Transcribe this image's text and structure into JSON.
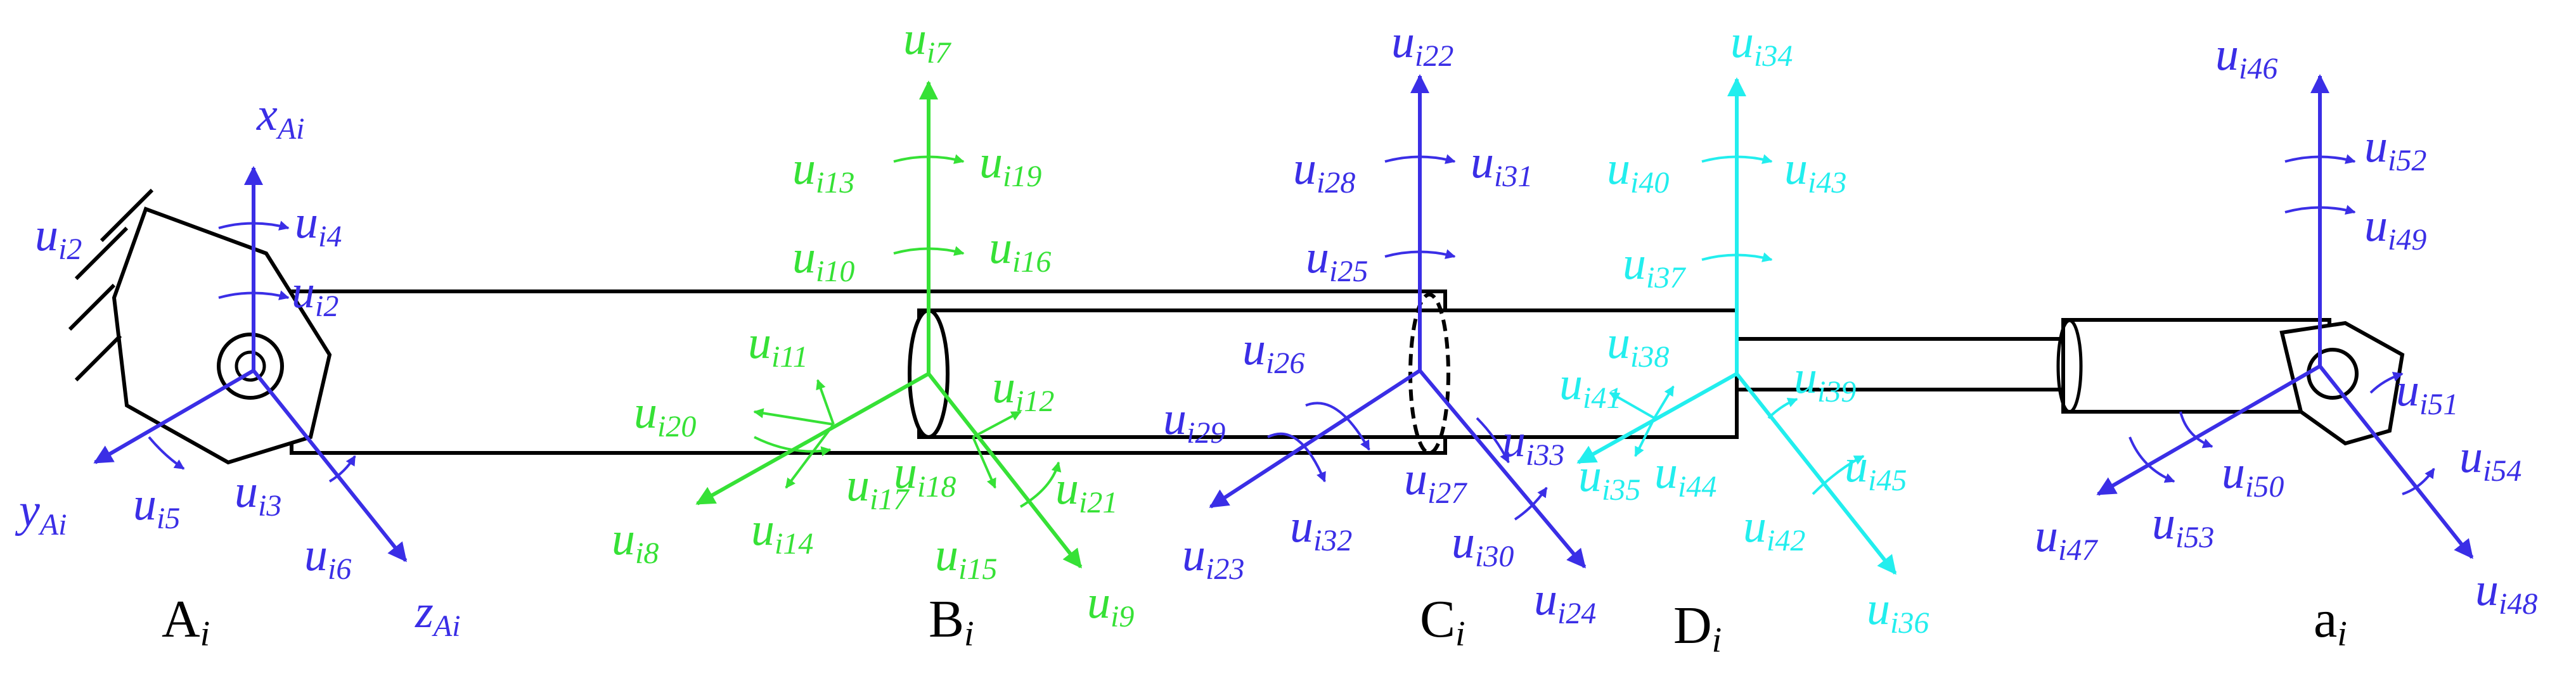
{
  "colors": {
    "blue": "#3a2ee6",
    "green": "#36e136",
    "cyan": "#22eeee",
    "black": "#000000"
  },
  "points": {
    "A": {
      "main": "A",
      "sub": "i"
    },
    "B": {
      "main": "B",
      "sub": "i"
    },
    "C": {
      "main": "C",
      "sub": "i"
    },
    "D": {
      "main": "D",
      "sub": "i"
    },
    "a": {
      "main": "a",
      "sub": "i"
    }
  },
  "frame_A": {
    "x": {
      "main": "x",
      "sub": "Ai"
    },
    "y": {
      "main": "y",
      "sub": "Ai"
    },
    "z": {
      "main": "z",
      "sub": "Ai"
    }
  },
  "joint_A": {
    "u2": {
      "main": "u",
      "sub": "i2"
    },
    "u2b": {
      "main": "u",
      "sub": "i2"
    },
    "u3": {
      "main": "u",
      "sub": "i3"
    },
    "u4": {
      "main": "u",
      "sub": "i4"
    },
    "u5": {
      "main": "u",
      "sub": "i5"
    },
    "u6": {
      "main": "u",
      "sub": "i6"
    }
  },
  "joint_B": {
    "u7": {
      "main": "u",
      "sub": "i7"
    },
    "u8": {
      "main": "u",
      "sub": "i8"
    },
    "u9": {
      "main": "u",
      "sub": "i9"
    },
    "u10": {
      "main": "u",
      "sub": "i10"
    },
    "u11": {
      "main": "u",
      "sub": "i11"
    },
    "u12": {
      "main": "u",
      "sub": "i12"
    },
    "u13": {
      "main": "u",
      "sub": "i13"
    },
    "u14": {
      "main": "u",
      "sub": "i14"
    },
    "u15": {
      "main": "u",
      "sub": "i15"
    },
    "u16": {
      "main": "u",
      "sub": "i16"
    },
    "u17": {
      "main": "u",
      "sub": "i17"
    },
    "u18": {
      "main": "u",
      "sub": "i18"
    },
    "u19": {
      "main": "u",
      "sub": "i19"
    },
    "u20": {
      "main": "u",
      "sub": "i20"
    },
    "u21": {
      "main": "u",
      "sub": "i21"
    }
  },
  "joint_C": {
    "u22": {
      "main": "u",
      "sub": "i22"
    },
    "u23": {
      "main": "u",
      "sub": "i23"
    },
    "u24": {
      "main": "u",
      "sub": "i24"
    },
    "u25": {
      "main": "u",
      "sub": "i25"
    },
    "u26": {
      "main": "u",
      "sub": "i26"
    },
    "u27": {
      "main": "u",
      "sub": "i27"
    },
    "u28": {
      "main": "u",
      "sub": "i28"
    },
    "u29": {
      "main": "u",
      "sub": "i29"
    },
    "u30": {
      "main": "u",
      "sub": "i30"
    },
    "u31": {
      "main": "u",
      "sub": "i31"
    },
    "u32": {
      "main": "u",
      "sub": "i32"
    },
    "u33": {
      "main": "u",
      "sub": "i33"
    }
  },
  "joint_D": {
    "u34": {
      "main": "u",
      "sub": "i34"
    },
    "u35": {
      "main": "u",
      "sub": "i35"
    },
    "u36": {
      "main": "u",
      "sub": "i36"
    },
    "u37": {
      "main": "u",
      "sub": "i37"
    },
    "u38": {
      "main": "u",
      "sub": "i38"
    },
    "u39": {
      "main": "u",
      "sub": "i39"
    },
    "u40": {
      "main": "u",
      "sub": "i40"
    },
    "u41": {
      "main": "u",
      "sub": "i41"
    },
    "u42": {
      "main": "u",
      "sub": "i42"
    },
    "u43": {
      "main": "u",
      "sub": "i43"
    },
    "u44": {
      "main": "u",
      "sub": "i44"
    },
    "u45": {
      "main": "u",
      "sub": "i45"
    }
  },
  "joint_a": {
    "u46": {
      "main": "u",
      "sub": "i46"
    },
    "u47": {
      "main": "u",
      "sub": "i47"
    },
    "u48": {
      "main": "u",
      "sub": "i48"
    },
    "u49": {
      "main": "u",
      "sub": "i49"
    },
    "u50": {
      "main": "u",
      "sub": "i50"
    },
    "u51": {
      "main": "u",
      "sub": "i51"
    },
    "u52": {
      "main": "u",
      "sub": "i52"
    },
    "u53": {
      "main": "u",
      "sub": "i53"
    },
    "u54": {
      "main": "u",
      "sub": "i54"
    }
  }
}
